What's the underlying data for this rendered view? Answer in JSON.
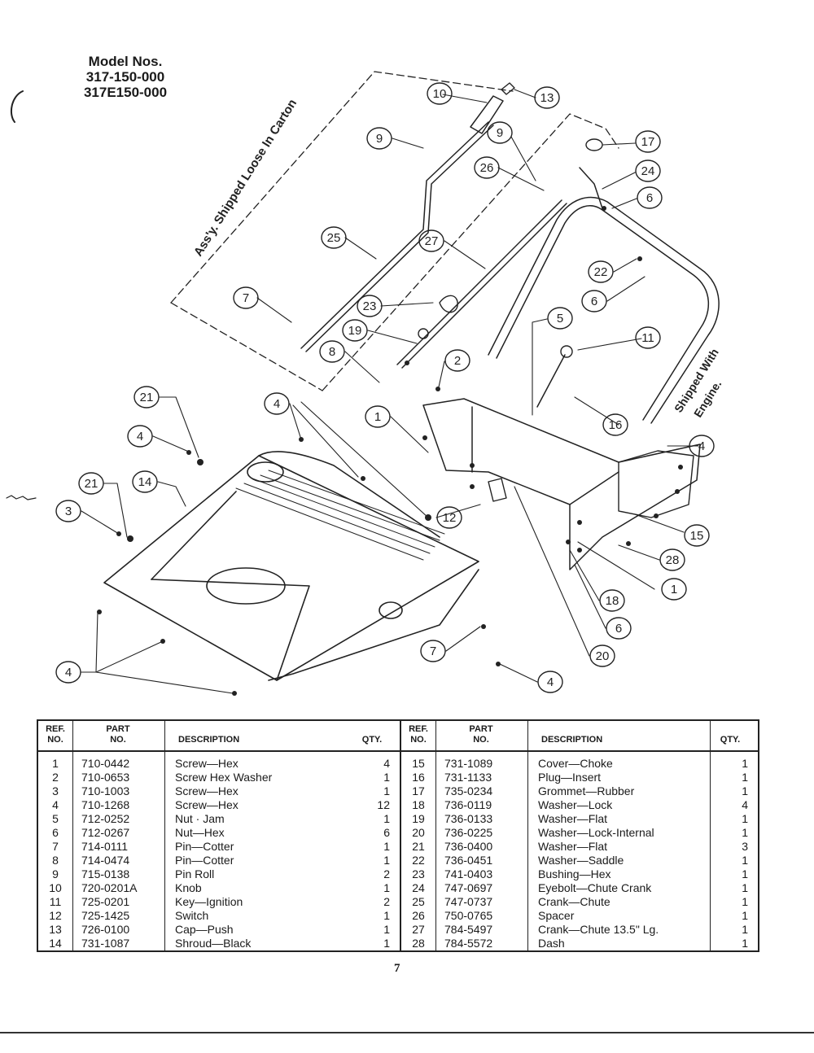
{
  "header": {
    "model_title": "Model Nos.",
    "model_numbers": [
      "317-150-000",
      "317E150-000"
    ]
  },
  "diagram": {
    "carton_note": "Ass'y. Shipped Loose In Carton",
    "engine_note_line1": "Shipped With",
    "engine_note_line2": "Engine.",
    "callouts": [
      "10",
      "13",
      "9",
      "9",
      "17",
      "26",
      "24",
      "6",
      "25",
      "27",
      "22",
      "6",
      "7",
      "23",
      "5",
      "19",
      "8",
      "11",
      "2",
      "21",
      "4",
      "1",
      "16",
      "4",
      "4",
      "21",
      "14",
      "3",
      "12",
      "15",
      "28",
      "1",
      "18",
      "6",
      "7",
      "20",
      "4"
    ]
  },
  "table": {
    "headers": {
      "ref_line1": "REF.",
      "ref_line2": "NO.",
      "part_line1": "PART",
      "part_line2": "NO.",
      "description": "DESCRIPTION",
      "qty": "QTY.",
      "qty_right": "QTY."
    },
    "left_rows": [
      {
        "ref": "1",
        "part": "710-0442",
        "desc": "Screw—Hex",
        "qty": "4"
      },
      {
        "ref": "2",
        "part": "710-0653",
        "desc": "Screw   Hex Washer",
        "qty": "1"
      },
      {
        "ref": "3",
        "part": "710-1003",
        "desc": "Screw—Hex",
        "qty": "1"
      },
      {
        "ref": "4",
        "part": "710-1268",
        "desc": "Screw—Hex",
        "qty": "12"
      },
      {
        "ref": "5",
        "part": "712-0252",
        "desc": "Nut · Jam",
        "qty": "1"
      },
      {
        "ref": "6",
        "part": "712-0267",
        "desc": "Nut—Hex",
        "qty": "6"
      },
      {
        "ref": "7",
        "part": "714-0111",
        "desc": "Pin—Cotter",
        "qty": "1"
      },
      {
        "ref": "8",
        "part": "714-0474",
        "desc": "Pin—Cotter",
        "qty": "1"
      },
      {
        "ref": "9",
        "part": "715-0138",
        "desc": "Pin Roll",
        "qty": "2"
      },
      {
        "ref": "10",
        "part": "720-0201A",
        "desc": "Knob",
        "qty": "1"
      },
      {
        "ref": "11",
        "part": "725-0201",
        "desc": "Key—Ignition",
        "qty": "2"
      },
      {
        "ref": "12",
        "part": "725-1425",
        "desc": "Switch",
        "qty": "1"
      },
      {
        "ref": "13",
        "part": "726-0100",
        "desc": "Cap—Push",
        "qty": "1"
      },
      {
        "ref": "14",
        "part": "731-1087",
        "desc": "Shroud—Black",
        "qty": "1"
      }
    ],
    "right_rows": [
      {
        "ref": "15",
        "part": "731-1089",
        "desc": "Cover—Choke",
        "qty": "1"
      },
      {
        "ref": "16",
        "part": "731-1133",
        "desc": "Plug—Insert",
        "qty": "1"
      },
      {
        "ref": "17",
        "part": "735-0234",
        "desc": "Grommet—Rubber",
        "qty": "1"
      },
      {
        "ref": "18",
        "part": "736-0119",
        "desc": "Washer—Lock",
        "qty": "4"
      },
      {
        "ref": "19",
        "part": "736-0133",
        "desc": "Washer—Flat",
        "qty": "1"
      },
      {
        "ref": "20",
        "part": "736-0225",
        "desc": "Washer—Lock-Internal",
        "qty": "1"
      },
      {
        "ref": "21",
        "part": "736-0400",
        "desc": "Washer—Flat",
        "qty": "3"
      },
      {
        "ref": "22",
        "part": "736-0451",
        "desc": "Washer—Saddle",
        "qty": "1"
      },
      {
        "ref": "23",
        "part": "741-0403",
        "desc": "Bushing—Hex",
        "qty": "1"
      },
      {
        "ref": "24",
        "part": "747-0697",
        "desc": "Eyebolt—Chute Crank",
        "qty": "1"
      },
      {
        "ref": "25",
        "part": "747-0737",
        "desc": "Crank—Chute",
        "qty": "1"
      },
      {
        "ref": "26",
        "part": "750-0765",
        "desc": "Spacer",
        "qty": "1"
      },
      {
        "ref": "27",
        "part": "784-5497",
        "desc": "Crank—Chute 13.5\" Lg.",
        "qty": "1"
      },
      {
        "ref": "28",
        "part": "784-5572",
        "desc": "Dash",
        "qty": "1"
      }
    ]
  },
  "footer": {
    "page_number": "7"
  }
}
